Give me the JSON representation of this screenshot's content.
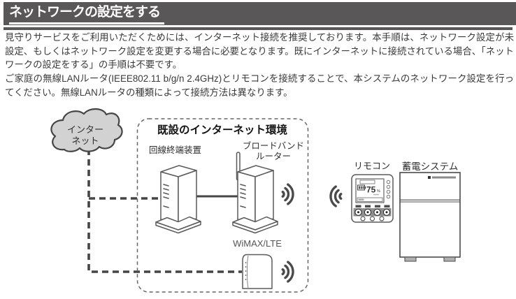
{
  "header": {
    "title": "ネットワークの設定をする"
  },
  "body": {
    "paragraph1": "見守りサービスをご利用いただくためには、インターネット接続を推奨しております。本手順は、ネットワーク設定が未設定、もしくはネットワーク設定を変更する場合に必要となります。既にインターネットに接続されている場合、「ネットワークの設定をする」の手順は不要です。",
    "paragraph2": "ご家庭の無線LANルータ(IEEE802.11 b/g/n 2.4GHz)とリモコンを接続することで、本システムのネットワーク設定を行ってください。無線LANルータの種類によって接続方法は異なります。"
  },
  "diagram": {
    "cloud_label_line1": "インター",
    "cloud_label_line2": "ネット",
    "existing_env_title": "既設のインターネット環境",
    "line_terminal_label": "回線終端装置",
    "broadband_router_label_line1": "ブロードバンド",
    "broadband_router_label_line2": "ルーター",
    "wimax_label": "WiMAX/LTE",
    "remote_label": "リモコン",
    "remote_display_value": "75",
    "remote_display_unit": "%",
    "battery_label": "蓄電システム"
  },
  "colors": {
    "header_bg": "#595757",
    "body_text": "#3a3a3a",
    "cloud_fill": "#d2d2d3",
    "diagram_line": "#4a4a4a"
  }
}
